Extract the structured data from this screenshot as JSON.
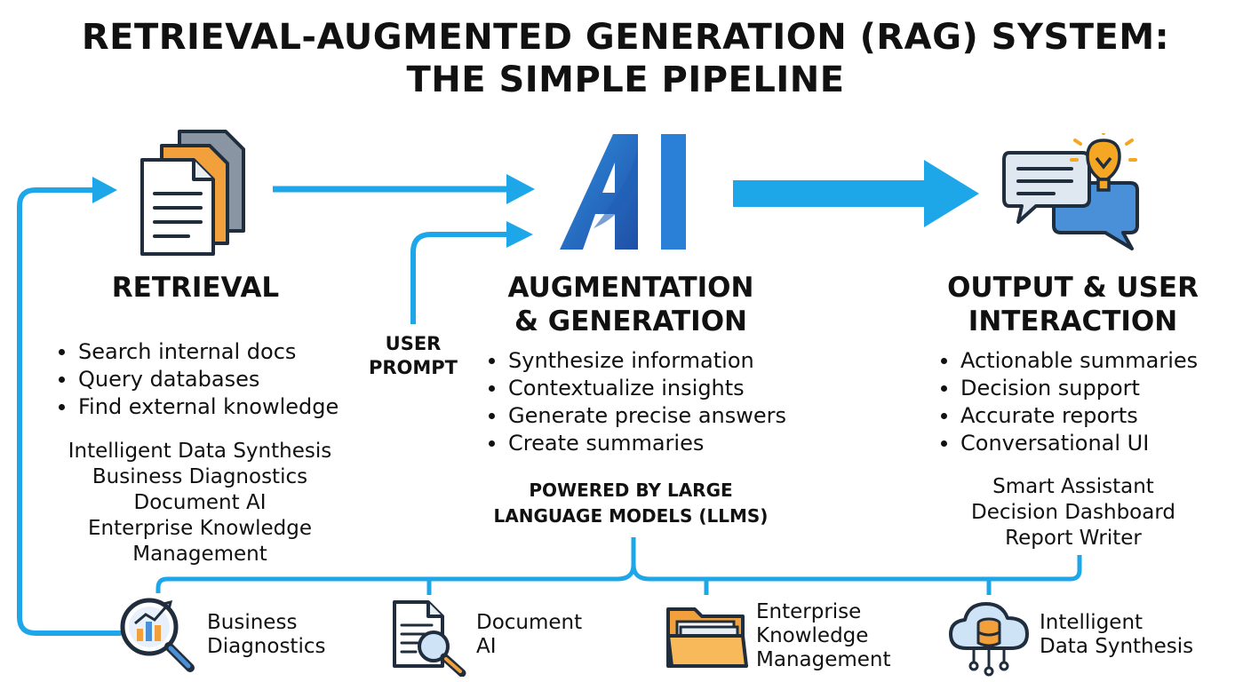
{
  "title": {
    "line1": "RETRIEVAL-AUGMENTED GENERATION (RAG) SYSTEM:",
    "line2": "THE SIMPLE PIPELINE"
  },
  "retrieval": {
    "title": "RETRIEVAL",
    "bullets": [
      "Search internal docs",
      "Query databases",
      "Find external knowledge"
    ],
    "apps": [
      "Intelligent Data Synthesis",
      "Business Diagnostics",
      "Document AI",
      "Enterprise Knowledge",
      "Management"
    ]
  },
  "user_prompt": {
    "line1": "USER",
    "line2": "PROMPT"
  },
  "augmentation": {
    "logo_text": "AI",
    "title_line1": "AUGMENTATION",
    "title_line2": "& GENERATION",
    "bullets": [
      "Synthesize information",
      "Contextualize insights",
      "Generate precise answers",
      "Create summaries"
    ],
    "powered_line1": "POWERED BY LARGE",
    "powered_line2": "LANGUAGE MODELS (LLMS)"
  },
  "output": {
    "title_line1": "OUTPUT & USER",
    "title_line2": "INTERACTION",
    "bullets": [
      "Actionable summaries",
      "Decision support",
      "Accurate reports",
      "Conversational UI"
    ],
    "apps": [
      "Smart Assistant",
      "Decision Dashboard",
      "Report Writer"
    ]
  },
  "applications": [
    {
      "line1": "Business",
      "line2": "Diagnostics",
      "icon": "analytics-magnifier-icon"
    },
    {
      "line1": "Document",
      "line2": "AI",
      "icon": "document-search-icon"
    },
    {
      "line1": "Enterprise",
      "line2": "Knowledge",
      "line3": "Management",
      "icon": "folder-icon"
    },
    {
      "line1": "Intelligent",
      "line2": "Data Synthesis",
      "icon": "cloud-database-icon"
    }
  ],
  "colors": {
    "arrow_blue": "#1ea7e8",
    "ai_blue_dark": "#1f5fb6",
    "ai_blue_light": "#2f8fe0",
    "doc_orange": "#f2a03c",
    "doc_gray": "#8a95a3",
    "bulb_orange": "#f5a623",
    "outline": "#1f2d3d"
  }
}
